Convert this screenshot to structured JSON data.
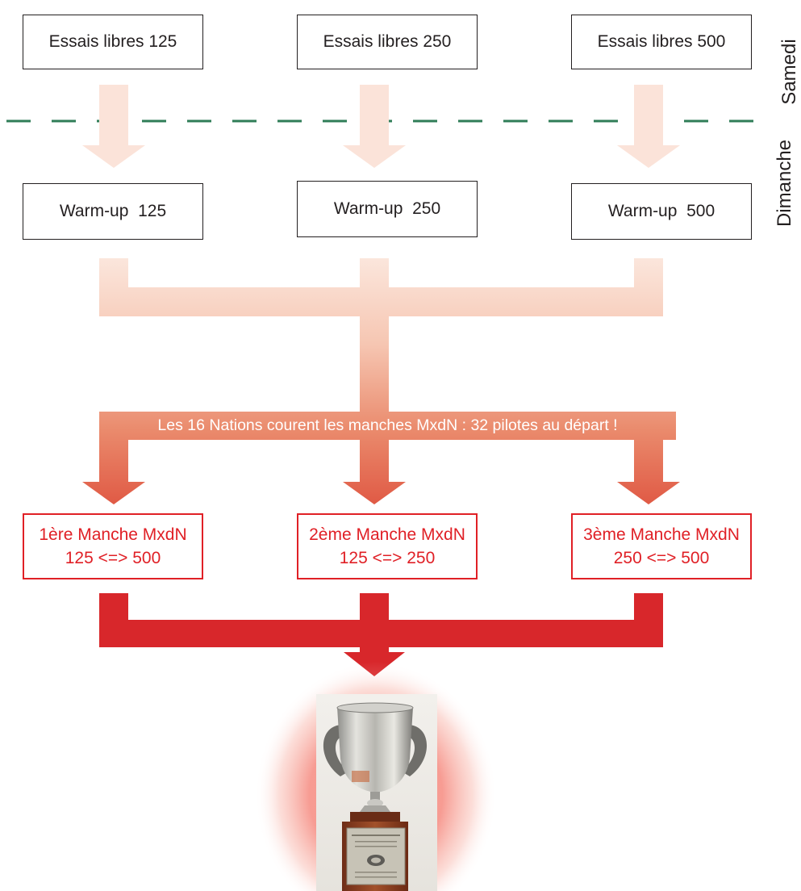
{
  "day_labels": {
    "saturday": "Samedi",
    "sunday": "Dimanche"
  },
  "practice": [
    "Essais libres 125",
    "Essais libres 250",
    "Essais libres 500"
  ],
  "warmup": [
    "Warm-up  125",
    "Warm-up  250",
    "Warm-up  500"
  ],
  "banner": "Les 16 Nations courent les manches MxdN : 32 pilotes au départ !",
  "races": [
    {
      "title": "1ère Manche MxdN",
      "classes": "125 <=> 500"
    },
    {
      "title": "2ème Manche MxdN",
      "classes": "125 <=> 250"
    },
    {
      "title": "3ème Manche MxdN",
      "classes": "250 <=> 500"
    }
  ],
  "colors": {
    "day_separator": "#2f7d57",
    "race_red": "#e02026",
    "arrow_light": "#fbe3d9",
    "arrow_dark": "#d8272b"
  }
}
